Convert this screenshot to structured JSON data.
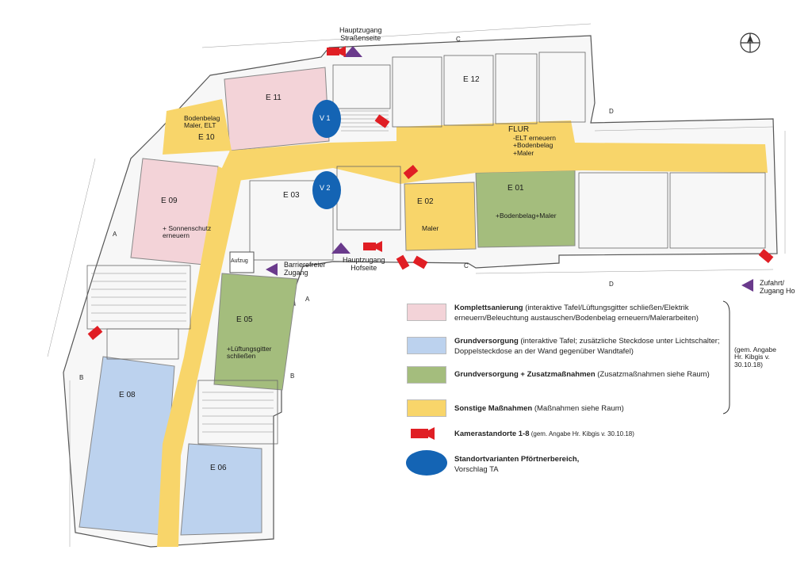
{
  "colors": {
    "pink": "#f3d3d8",
    "blue": "#bcd2ee",
    "green": "#a4bd7d",
    "yellow": "#f8d56a",
    "camera": "#e01e24",
    "ellipse": "#1464b4",
    "entrance": "#6a3a8c"
  },
  "labels": {
    "main_entrance_street": [
      "Hauptzugang",
      "Straßenseite"
    ],
    "main_entrance_yard": [
      "Hauptzugang",
      "Hofseite"
    ],
    "barrier_free": [
      "Barrierefreier",
      "Zugang"
    ],
    "driveway": [
      "Zufahrt/",
      "Zugang Ho"
    ],
    "elevator": "Aufzug"
  },
  "rooms": [
    {
      "id": "E 11",
      "note": ""
    },
    {
      "id": "E 10",
      "note": [
        "Bodenbelag",
        "Maler, ELT"
      ]
    },
    {
      "id": "E 09",
      "note": [
        "+ Sonnenschutz",
        "erneuern"
      ]
    },
    {
      "id": "E 03",
      "note": ""
    },
    {
      "id": "E 02",
      "note": [
        "Maler"
      ]
    },
    {
      "id": "E 01",
      "note": [
        "+Bodenbelag+Maler"
      ]
    },
    {
      "id": "E 12",
      "note": ""
    },
    {
      "id": "FLUR",
      "note": [
        "-ELT erneuern",
        "+Bodenbelag",
        "+Maler"
      ]
    },
    {
      "id": "E 05",
      "note": [
        "+Lüftungsgitter",
        "schließen"
      ]
    },
    {
      "id": "E 08",
      "note": ""
    },
    {
      "id": "E 06",
      "note": ""
    }
  ],
  "variants": [
    "V 1",
    "V 2"
  ],
  "legend": [
    {
      "title": "Komplettsanierung",
      "text": " (interaktive Tafel/Lüftungsgitter schließen/Elektrik erneuern/Beleuchtung austauschen/Bodenbelag erneuern/Malerarbeiten)",
      "color": "pink"
    },
    {
      "title": "Grundversorgung",
      "text": " (interaktive Tafel; zusätzliche Steckdose unter Lichtschalter; Doppelsteckdose an der Wand gegenüber Wandtafel)",
      "color": "blue"
    },
    {
      "title": "Grundversorgung + Zusatzmaßnahmen",
      "text": " (Zusatzmaßnahmen siehe Raum)",
      "color": "green"
    },
    {
      "title": "Sonstige Maßnahmen",
      "text": " (Maßnahmen siehe Raum)",
      "color": "yellow"
    }
  ],
  "legend_camera": {
    "title": "Kamerastandorte 1-8",
    "text": " (gem. Angabe Hr. Kibgis v. 30.10.18)"
  },
  "legend_ellipse": {
    "title": "Standortvarianten Pförtnerbereich,",
    "text": "Vorschlag TA"
  },
  "brace_note": [
    "(gem. Angabe",
    "Hr. Kibgis v.",
    "30.10.18)"
  ],
  "directions": {
    "north": "⊕"
  }
}
